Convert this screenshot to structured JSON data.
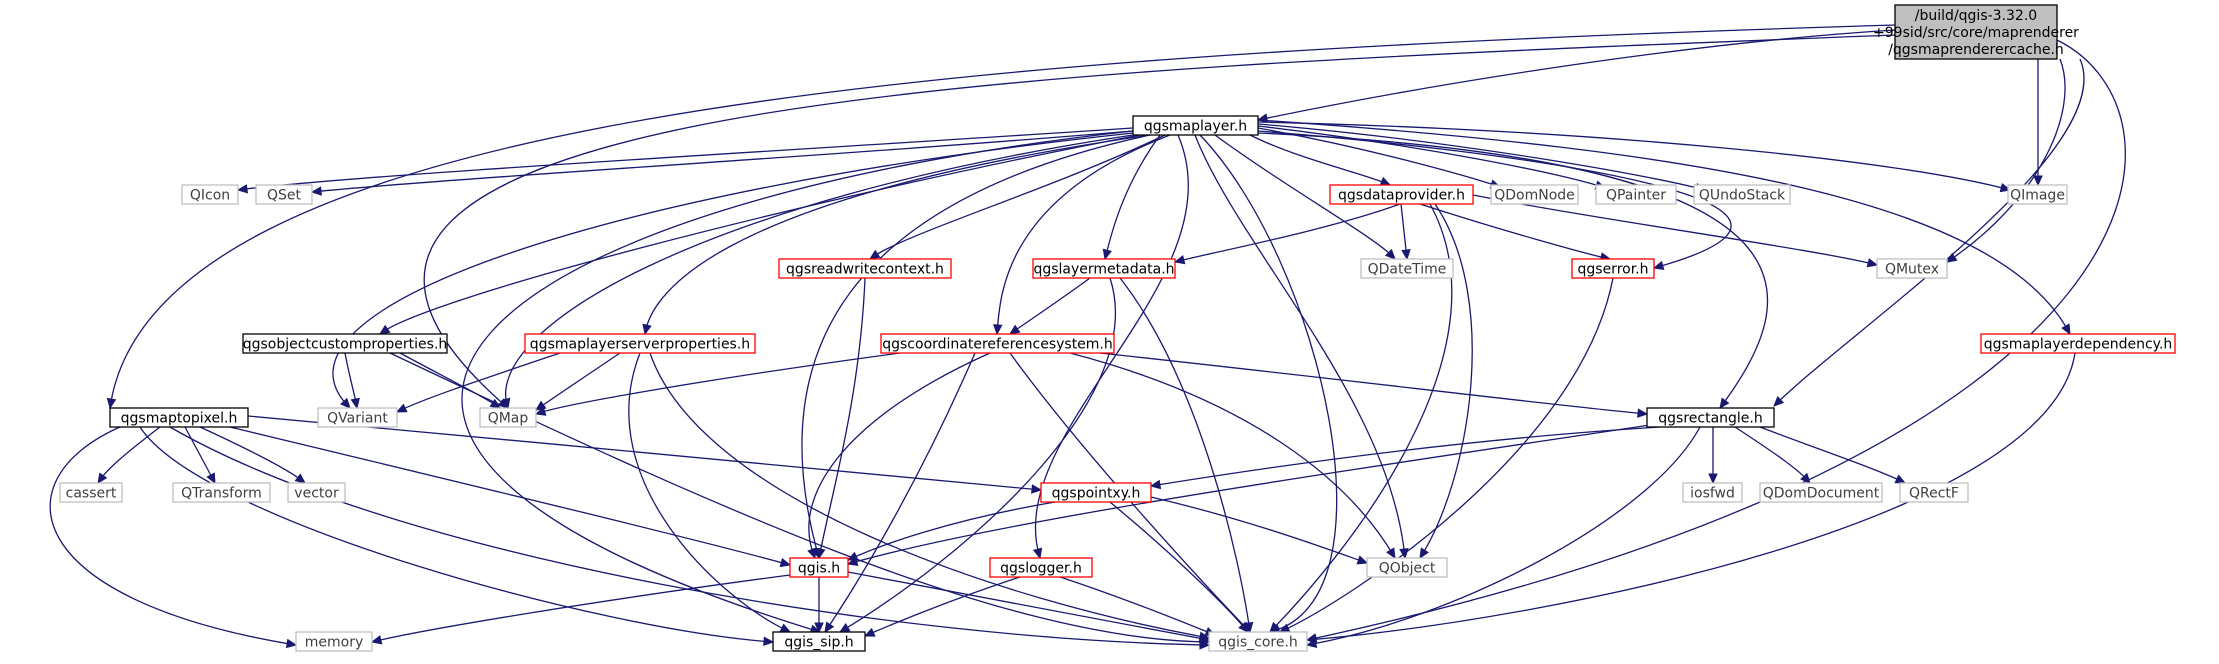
{
  "colors": {
    "edge": "#191970",
    "root_fill": "#bfbfbf",
    "border_black": "#000000",
    "border_red": "#ff0000",
    "border_gray": "#bfbfbf",
    "text_black": "#000000",
    "text_gray": "#404040"
  },
  "nodes": [
    {
      "id": "root",
      "lines": [
        "/build/qgis-3.32.0",
        "+99sid/src/core/maprenderer",
        "/qgsmaprenderercache.h"
      ],
      "style": "root"
    },
    {
      "id": "qgsmaplayer",
      "lines": [
        "qgsmaplayer.h"
      ],
      "style": "black"
    },
    {
      "id": "QIcon",
      "lines": [
        "QIcon"
      ],
      "style": "gray"
    },
    {
      "id": "QSet",
      "lines": [
        "QSet"
      ],
      "style": "gray"
    },
    {
      "id": "qgsdataprovider",
      "lines": [
        "qgsdataprovider.h"
      ],
      "style": "red"
    },
    {
      "id": "QDomNode",
      "lines": [
        "QDomNode"
      ],
      "style": "gray"
    },
    {
      "id": "QPainter",
      "lines": [
        "QPainter"
      ],
      "style": "gray"
    },
    {
      "id": "QUndoStack",
      "lines": [
        "QUndoStack"
      ],
      "style": "gray"
    },
    {
      "id": "QImage",
      "lines": [
        "QImage"
      ],
      "style": "gray"
    },
    {
      "id": "qgsreadwritecontext",
      "lines": [
        "qgsreadwritecontext.h"
      ],
      "style": "red"
    },
    {
      "id": "qgslayermetadata",
      "lines": [
        "qgslayermetadata.h"
      ],
      "style": "red"
    },
    {
      "id": "QDateTime",
      "lines": [
        "QDateTime"
      ],
      "style": "gray"
    },
    {
      "id": "qgserror",
      "lines": [
        "qgserror.h"
      ],
      "style": "red"
    },
    {
      "id": "QMutex",
      "lines": [
        "QMutex"
      ],
      "style": "gray"
    },
    {
      "id": "qgsobjectcustomproperties",
      "lines": [
        "qgsobjectcustomproperties.h"
      ],
      "style": "black"
    },
    {
      "id": "qgsmaplayerserverproperties",
      "lines": [
        "qgsmaplayerserverproperties.h"
      ],
      "style": "red"
    },
    {
      "id": "qgscoordinatereferencesystem",
      "lines": [
        "qgscoordinatereferencesystem.h"
      ],
      "style": "red"
    },
    {
      "id": "qgsmaplayerdependency",
      "lines": [
        "qgsmaplayerdependency.h"
      ],
      "style": "red"
    },
    {
      "id": "QVariant",
      "lines": [
        "QVariant"
      ],
      "style": "gray"
    },
    {
      "id": "QMap",
      "lines": [
        "QMap"
      ],
      "style": "gray"
    },
    {
      "id": "qgsmaptopixel",
      "lines": [
        "qgsmaptopixel.h"
      ],
      "style": "black"
    },
    {
      "id": "qgsrectangle",
      "lines": [
        "qgsrectangle.h"
      ],
      "style": "black"
    },
    {
      "id": "cassert",
      "lines": [
        "cassert"
      ],
      "style": "gray"
    },
    {
      "id": "QTransform",
      "lines": [
        "QTransform"
      ],
      "style": "gray"
    },
    {
      "id": "vector",
      "lines": [
        "vector"
      ],
      "style": "gray"
    },
    {
      "id": "qgspointxy",
      "lines": [
        "qgspointxy.h"
      ],
      "style": "red"
    },
    {
      "id": "iosfwd",
      "lines": [
        "iosfwd"
      ],
      "style": "gray"
    },
    {
      "id": "QDomDocument",
      "lines": [
        "QDomDocument"
      ],
      "style": "gray"
    },
    {
      "id": "QRectF",
      "lines": [
        "QRectF"
      ],
      "style": "gray"
    },
    {
      "id": "qgis",
      "lines": [
        "qgis.h"
      ],
      "style": "red"
    },
    {
      "id": "qgslogger",
      "lines": [
        "qgslogger.h"
      ],
      "style": "red"
    },
    {
      "id": "QObject",
      "lines": [
        "QObject"
      ],
      "style": "gray"
    },
    {
      "id": "memory",
      "lines": [
        "memory"
      ],
      "style": "gray"
    },
    {
      "id": "qgis_sip",
      "lines": [
        "qgis_sip.h"
      ],
      "style": "black"
    },
    {
      "id": "qgis_core",
      "lines": [
        "qgis_core.h"
      ],
      "style": "gray"
    }
  ],
  "edges": [
    [
      "root",
      "qgsmaplayer"
    ],
    [
      "root",
      "QImage"
    ],
    [
      "root",
      "QMutex"
    ],
    [
      "root",
      "qgsrectangle"
    ],
    [
      "root",
      "qgis_core"
    ],
    [
      "root",
      "qgsmaptopixel"
    ],
    [
      "root",
      "QMap"
    ],
    [
      "qgsmaplayer",
      "QIcon"
    ],
    [
      "qgsmaplayer",
      "QSet"
    ],
    [
      "qgsmaplayer",
      "qgsdataprovider"
    ],
    [
      "qgsmaplayer",
      "QDomNode"
    ],
    [
      "qgsmaplayer",
      "QPainter"
    ],
    [
      "qgsmaplayer",
      "QUndoStack"
    ],
    [
      "qgsmaplayer",
      "QImage"
    ],
    [
      "qgsmaplayer",
      "qgsreadwritecontext"
    ],
    [
      "qgsmaplayer",
      "qgslayermetadata"
    ],
    [
      "qgsmaplayer",
      "QDateTime"
    ],
    [
      "qgsmaplayer",
      "qgserror"
    ],
    [
      "qgsmaplayer",
      "qgsobjectcustomproperties"
    ],
    [
      "qgsmaplayer",
      "qgsmaplayerserverproperties"
    ],
    [
      "qgsmaplayer",
      "qgscoordinatereferencesystem"
    ],
    [
      "qgsmaplayer",
      "qgsmaplayerdependency"
    ],
    [
      "qgsmaplayer",
      "QVariant"
    ],
    [
      "qgsmaplayer",
      "QMap"
    ],
    [
      "qgsmaplayer",
      "qgsrectangle"
    ],
    [
      "qgsmaplayer",
      "qgis"
    ],
    [
      "qgsmaplayer",
      "qgslogger"
    ],
    [
      "qgsmaplayer",
      "QObject"
    ],
    [
      "qgsmaplayer",
      "qgis_sip"
    ],
    [
      "qgsmaplayer",
      "qgis_core"
    ],
    [
      "qgsdataprovider",
      "QDateTime"
    ],
    [
      "qgsdataprovider",
      "qgslayermetadata"
    ],
    [
      "qgsdataprovider",
      "qgserror"
    ],
    [
      "qgsdataprovider",
      "QMutex"
    ],
    [
      "qgsdataprovider",
      "QObject"
    ],
    [
      "qgsdataprovider",
      "qgis_core"
    ],
    [
      "qgsreadwritecontext",
      "qgis"
    ],
    [
      "qgslayermetadata",
      "qgscoordinatereferencesystem"
    ],
    [
      "qgslayermetadata",
      "qgis_sip"
    ],
    [
      "qgslayermetadata",
      "qgis_core"
    ],
    [
      "qgserror",
      "qgis_core"
    ],
    [
      "qgsobjectcustomproperties",
      "QVariant"
    ],
    [
      "qgsobjectcustomproperties",
      "QMap"
    ],
    [
      "qgsobjectcustomproperties",
      "qgis_core"
    ],
    [
      "qgsmaplayerserverproperties",
      "QVariant"
    ],
    [
      "qgsmaplayerserverproperties",
      "QMap"
    ],
    [
      "qgsmaplayerserverproperties",
      "qgis_sip"
    ],
    [
      "qgsmaplayerserverproperties",
      "qgis_core"
    ],
    [
      "qgscoordinatereferencesystem",
      "QMap"
    ],
    [
      "qgscoordinatereferencesystem",
      "qgsrectangle"
    ],
    [
      "qgscoordinatereferencesystem",
      "qgis"
    ],
    [
      "qgscoordinatereferencesystem",
      "QObject"
    ],
    [
      "qgscoordinatereferencesystem",
      "qgis_sip"
    ],
    [
      "qgscoordinatereferencesystem",
      "qgis_core"
    ],
    [
      "qgsmaplayerdependency",
      "qgis_core"
    ],
    [
      "qgsmaptopixel",
      "cassert"
    ],
    [
      "qgsmaptopixel",
      "QTransform"
    ],
    [
      "qgsmaptopixel",
      "vector"
    ],
    [
      "qgsmaptopixel",
      "qgspointxy"
    ],
    [
      "qgsmaptopixel",
      "qgis"
    ],
    [
      "qgsmaptopixel",
      "memory"
    ],
    [
      "qgsmaptopixel",
      "qgis_sip"
    ],
    [
      "qgsmaptopixel",
      "qgis_core"
    ],
    [
      "qgsrectangle",
      "qgspointxy"
    ],
    [
      "qgsrectangle",
      "iosfwd"
    ],
    [
      "qgsrectangle",
      "QDomDocument"
    ],
    [
      "qgsrectangle",
      "QRectF"
    ],
    [
      "qgsrectangle",
      "qgis"
    ],
    [
      "qgsrectangle",
      "qgis_core"
    ],
    [
      "qgspointxy",
      "qgis"
    ],
    [
      "qgspointxy",
      "QObject"
    ],
    [
      "qgspointxy",
      "qgis_core"
    ],
    [
      "qgis",
      "memory"
    ],
    [
      "qgis",
      "qgis_sip"
    ],
    [
      "qgis",
      "qgis_core"
    ],
    [
      "qgslogger",
      "qgis_sip"
    ],
    [
      "qgslogger",
      "qgis_core"
    ]
  ]
}
